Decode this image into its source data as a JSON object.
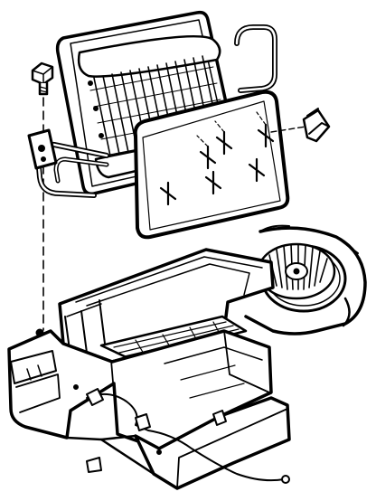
{
  "figure": {
    "kind": "exploded-assembly-illustration",
    "background": "#ffffff",
    "line_color": "#000000",
    "parts": [
      {
        "id": "bolt",
        "icon": "bolt-icon"
      },
      {
        "id": "evaporator-core",
        "icon": "evaporator-core-icon"
      },
      {
        "id": "refrigerant-line-bracket",
        "icon": "bracket-icon"
      },
      {
        "id": "heater-core-cover-plate",
        "icon": "cover-plate-icon"
      },
      {
        "id": "rubber-grommet",
        "icon": "grommet-icon"
      },
      {
        "id": "blower-motor-wheel",
        "icon": "blower-wheel-icon"
      },
      {
        "id": "blower-housing",
        "icon": "blower-housing-icon"
      },
      {
        "id": "hvac-module-case",
        "icon": "hvac-case-icon"
      },
      {
        "id": "wiring-harness",
        "icon": "wire-icon"
      }
    ]
  }
}
